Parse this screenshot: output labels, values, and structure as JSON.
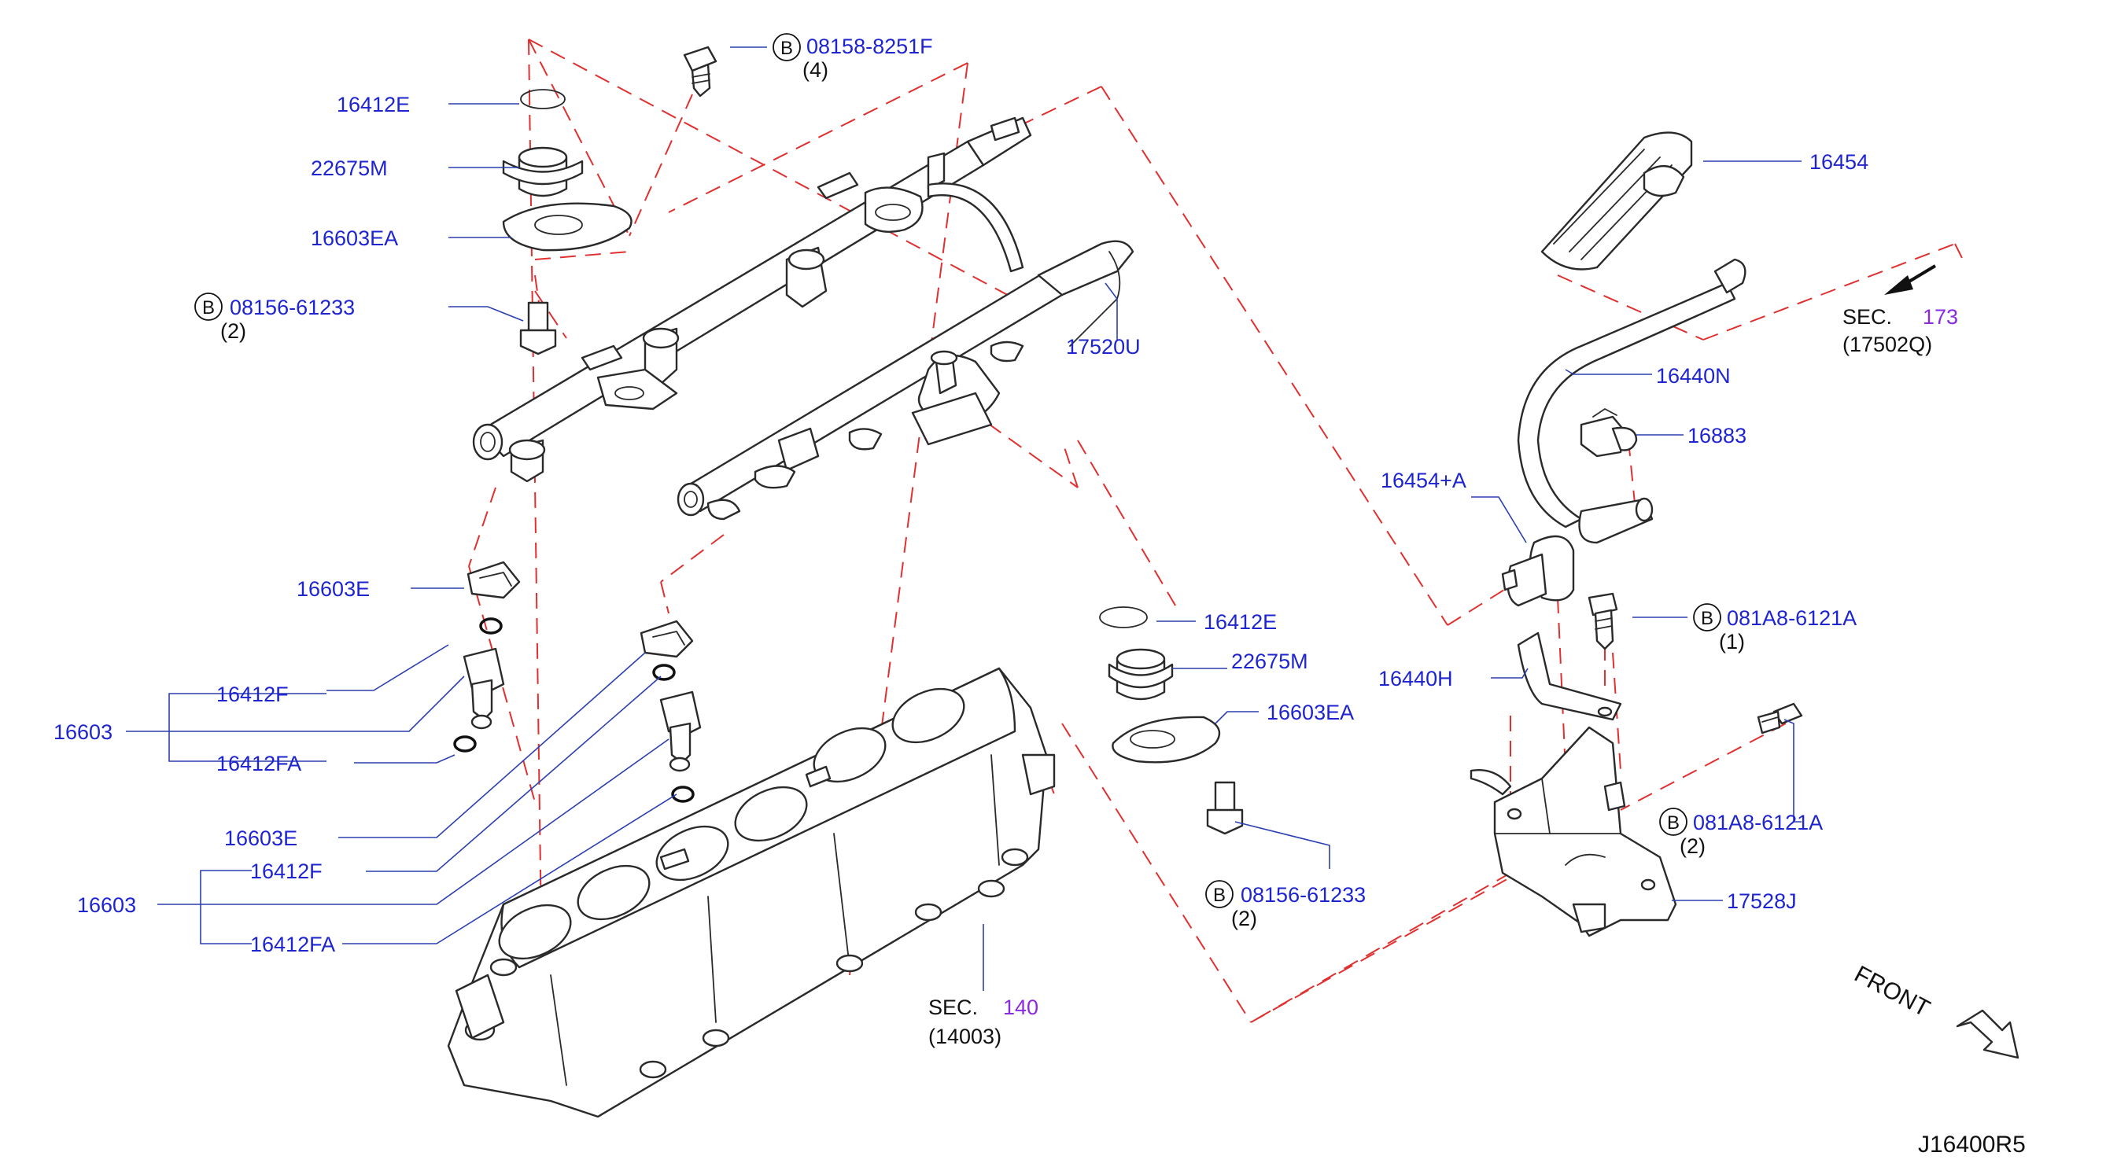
{
  "diagram": {
    "code": "J16400R5",
    "front_label": "FRONT"
  },
  "labels": {
    "p16412E_top": "16412E",
    "p22675M_top": "22675M",
    "p16603EA_top": "16603EA",
    "p08156_top": "08156-61233",
    "p08156_top_qty": "(2)",
    "p08158": "08158-8251F",
    "p08158_qty": "(4)",
    "p17520U": "17520U",
    "p16454": "16454",
    "sec173_prefix": "SEC.",
    "sec173_num": "173",
    "sec173_ref": "(17502Q)",
    "p16440N": "16440N",
    "p16883": "16883",
    "p16454A": "16454+A",
    "p081A8_1": "081A8-6121A",
    "p081A8_1_qty": "(1)",
    "p16440H": "16440H",
    "p081A8_2": "081A8-6121A",
    "p081A8_2_qty": "(2)",
    "p17528J": "17528J",
    "p16412E_mid": "16412E",
    "p22675M_mid": "22675M",
    "p16603EA_mid": "16603EA",
    "p08156_mid": "08156-61233",
    "p08156_mid_qty": "(2)",
    "p16603E_left": "16603E",
    "p16412F_left": "16412F",
    "p16603_left": "16603",
    "p16412FA_left": "16412FA",
    "p16603E_low": "16603E",
    "p16412F_low": "16412F",
    "p16603_low": "16603",
    "p16412FA_low": "16412FA",
    "sec140_prefix": "SEC.",
    "sec140_num": "140",
    "sec140_ref": "(14003)",
    "bolt_symbol": "B"
  },
  "colors": {
    "label_blue": "#1e24cf",
    "section_purple": "#8a2be2",
    "dashed_red": "#e03030",
    "line_dark": "#2a2a2a"
  }
}
